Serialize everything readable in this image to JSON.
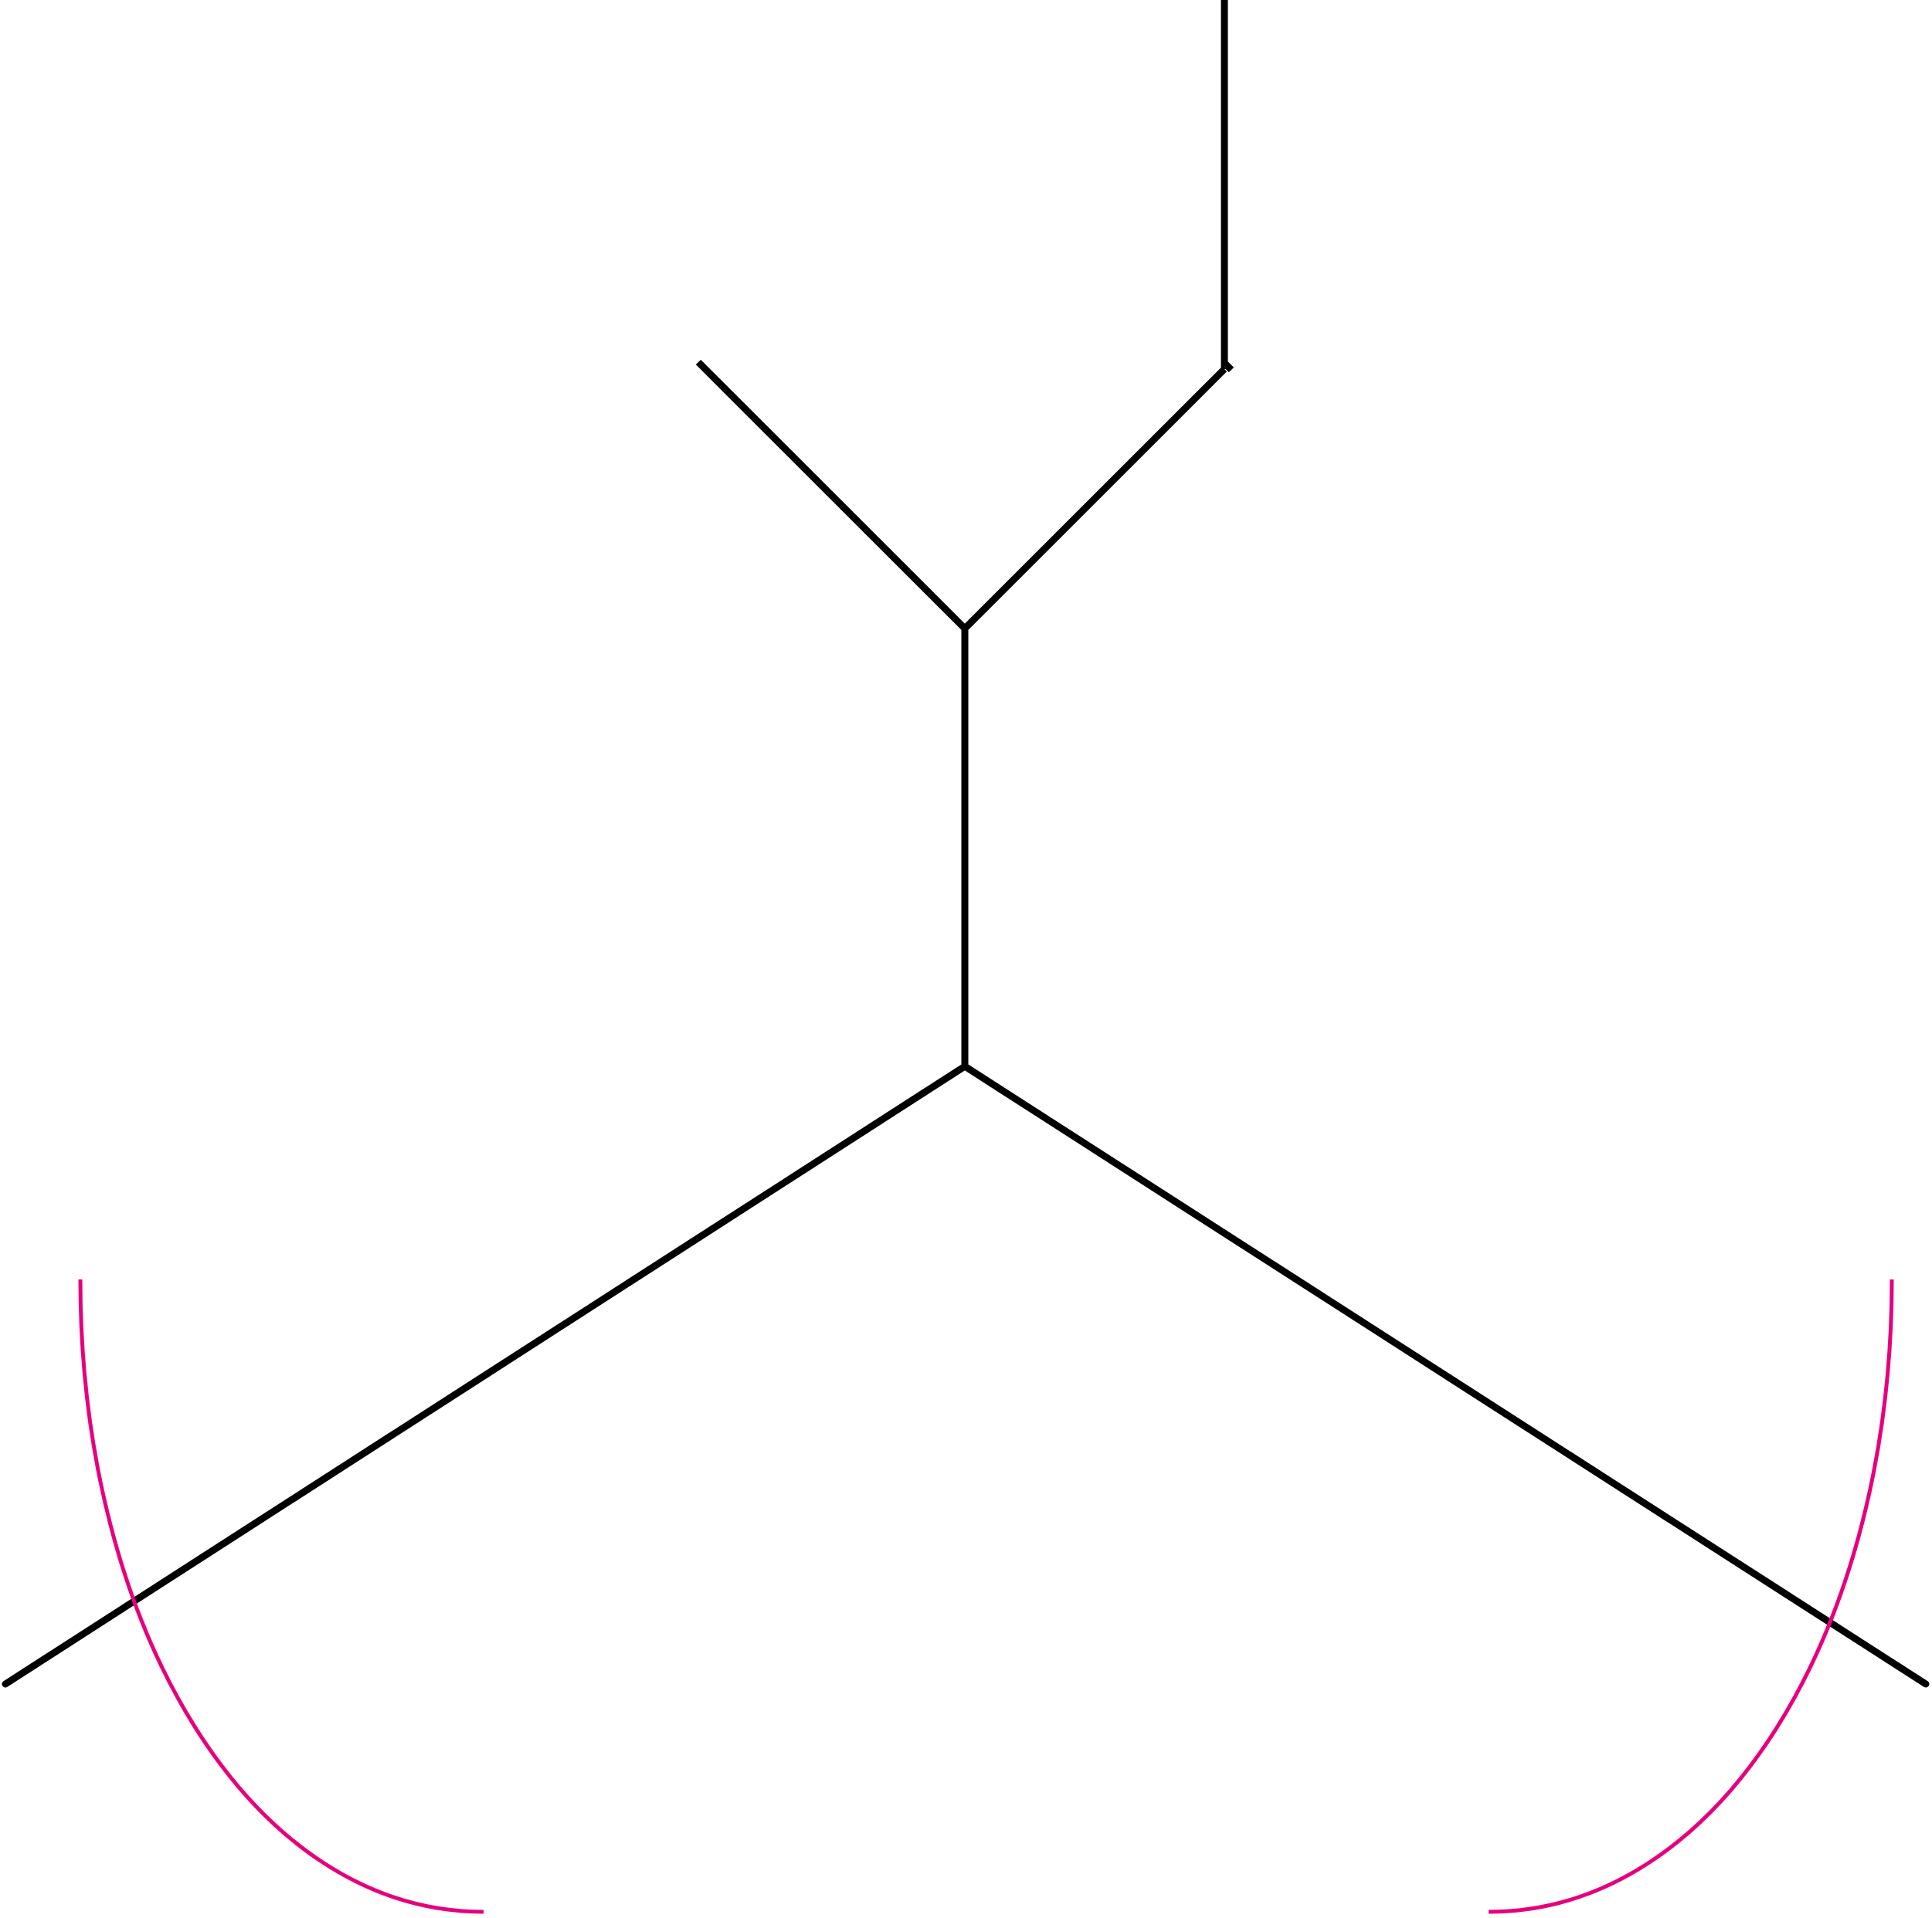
{
  "diagram": {
    "type": "skeletal-structure",
    "colors": {
      "bond": "#000000",
      "arc": "#e6007e",
      "background": "#ffffff"
    },
    "bond_count": 7,
    "arc_count": 2
  }
}
